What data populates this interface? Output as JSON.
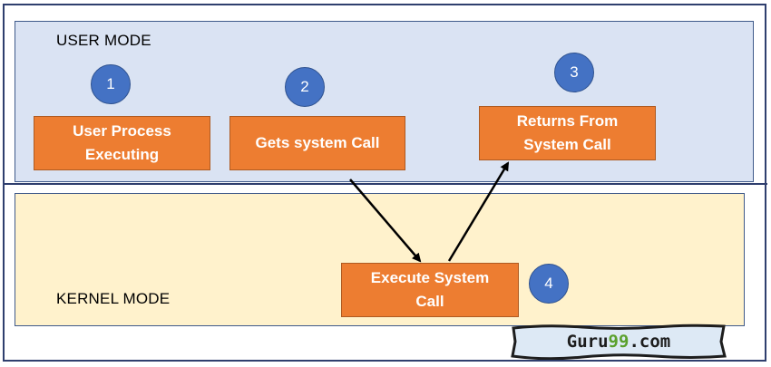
{
  "diagram": {
    "user_mode_label": "USER MODE",
    "kernel_mode_label": "KERNEL MODE",
    "steps": [
      {
        "number": "1",
        "label_lines": [
          "User Process",
          "Executing"
        ]
      },
      {
        "number": "2",
        "label_lines": [
          "Gets system Call"
        ]
      },
      {
        "number": "3",
        "label_lines": [
          "Returns From",
          "System Call"
        ]
      },
      {
        "number": "4",
        "label_lines": [
          "Execute System",
          "Call"
        ]
      }
    ]
  },
  "logo": {
    "prefix": "Guru",
    "accent": "99",
    "suffix": ".com"
  },
  "colors": {
    "user_zone": "#dae3f3",
    "kernel_zone": "#fff2cc",
    "step_box": "#ed7d31",
    "step_circle": "#4472c4",
    "logo_accent": "#5aa02c"
  }
}
